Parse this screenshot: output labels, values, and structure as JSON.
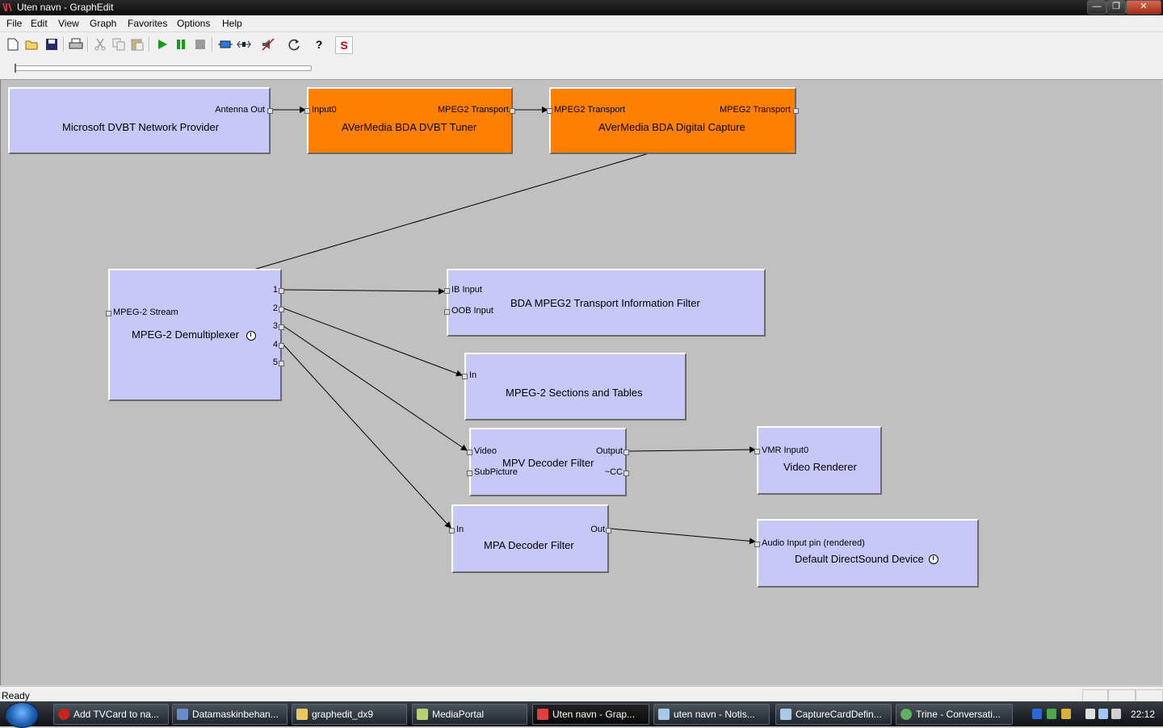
{
  "window": {
    "title": "Uten navn - GraphEdit",
    "buttons": {
      "minimize": "—",
      "maximize": "❐",
      "close": "✕"
    }
  },
  "menu": [
    "File",
    "Edit",
    "View",
    "Graph",
    "Favorites",
    "Options",
    "Help"
  ],
  "toolbar": {
    "icons": [
      "new-file-icon",
      "open-folder-icon",
      "save-icon",
      "print-icon",
      "cut-icon",
      "copy-icon",
      "paste-icon",
      "play-icon",
      "pause-icon",
      "stop-icon",
      "seek-icon",
      "frame-step-icon",
      "mute-icon",
      "refresh-icon",
      "help-icon",
      "s-icon"
    ],
    "help_label": "?",
    "s_label": "S"
  },
  "filters": {
    "network_provider": {
      "name": "Microsoft DVBT Network Provider",
      "pins": {
        "antenna_out": "Antenna Out"
      }
    },
    "tuner": {
      "name": "AVerMedia BDA DVBT Tuner",
      "pins": {
        "input0": "Input0",
        "mpeg2_transport": "MPEG2 Transport"
      }
    },
    "capture": {
      "name": "AVerMedia BDA Digital Capture",
      "pins": {
        "mpeg2_transport_in": "MPEG2 Transport",
        "mpeg2_transport_out": "MPEG2 Transport"
      }
    },
    "demux": {
      "name": "MPEG-2 Demultiplexer",
      "pins": {
        "stream": "MPEG-2 Stream",
        "out": [
          "1",
          "2",
          "3",
          "4",
          "5"
        ]
      }
    },
    "tif": {
      "name": "BDA MPEG2 Transport Information Filter",
      "pins": {
        "ib_input": "IB Input",
        "oob_input": "OOB Input"
      }
    },
    "sections": {
      "name": "MPEG-2 Sections and Tables",
      "pins": {
        "in": "In"
      }
    },
    "mpv": {
      "name": "MPV Decoder Filter",
      "pins": {
        "video": "Video",
        "subpicture": "SubPicture",
        "output": "Output",
        "cc": "~CC"
      }
    },
    "vmr": {
      "name": "Video Renderer",
      "pins": {
        "vmr_input0": "VMR Input0"
      }
    },
    "mpa": {
      "name": "MPA Decoder Filter",
      "pins": {
        "in": "In",
        "out": "Out"
      }
    },
    "dsound": {
      "name": "Default DirectSound Device",
      "pins": {
        "audio_input": "Audio Input pin (rendered)"
      }
    }
  },
  "status": {
    "text": "Ready"
  },
  "taskbar": {
    "tasks": [
      "Add TVCard to na...",
      "Datamaskinbehan...",
      "graphedit_dx9",
      "MediaPortal",
      "Uten navn - Grap...",
      "uten navn - Notis...",
      "CaptureCardDefin...",
      "Trine - Conversati..."
    ],
    "clock": "22:12"
  },
  "colors": {
    "filter": "#c8c8f8",
    "hardware_filter": "#ff8000",
    "canvas": "#c0c0c0"
  }
}
